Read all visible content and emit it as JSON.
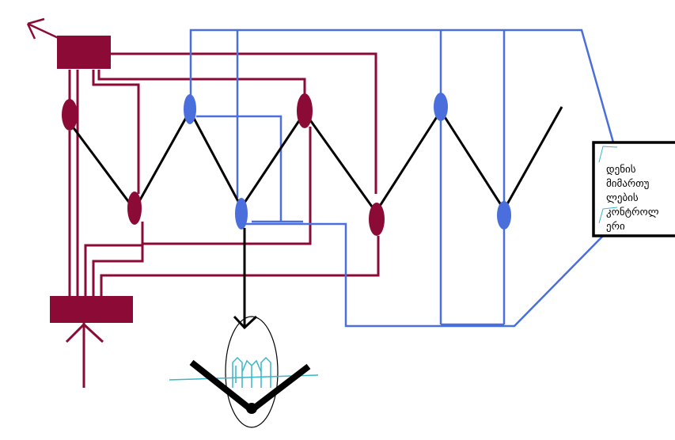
{
  "controller": {
    "lines": [
      "დენის",
      "მიმართუ",
      "ლების",
      "კონტროლ",
      "ერი"
    ]
  },
  "colors": {
    "maroon": "#8b0a36",
    "blue": "#4a6fdc",
    "black": "#000000",
    "cyan": "#39b6c9"
  }
}
